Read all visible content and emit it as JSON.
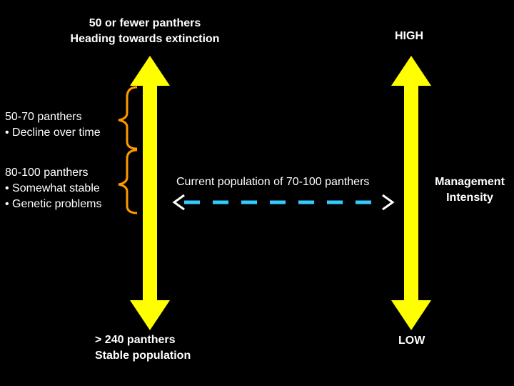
{
  "top_label": {
    "line1": "50 or fewer panthers",
    "line2": "Heading towards extinction"
  },
  "range_1": {
    "line1": "50-70 panthers",
    "line2": "• Decline over time"
  },
  "range_2": {
    "line1": "80-100 panthers",
    "line2": "• Somewhat stable",
    "line3": "• Genetic problems"
  },
  "bottom_label": {
    "line1": "> 240 panthers",
    "line2": "Stable population"
  },
  "current_label": "Current population of 70-100 panthers",
  "high_label": "HIGH",
  "low_label": "LOW",
  "intensity_label": {
    "line1": "Management",
    "line2": "Intensity"
  },
  "colors": {
    "arrow": "#ffff00",
    "brace": "#ff9900",
    "dashed": "#33ccff",
    "text": "#ffffff",
    "background": "#000000"
  }
}
